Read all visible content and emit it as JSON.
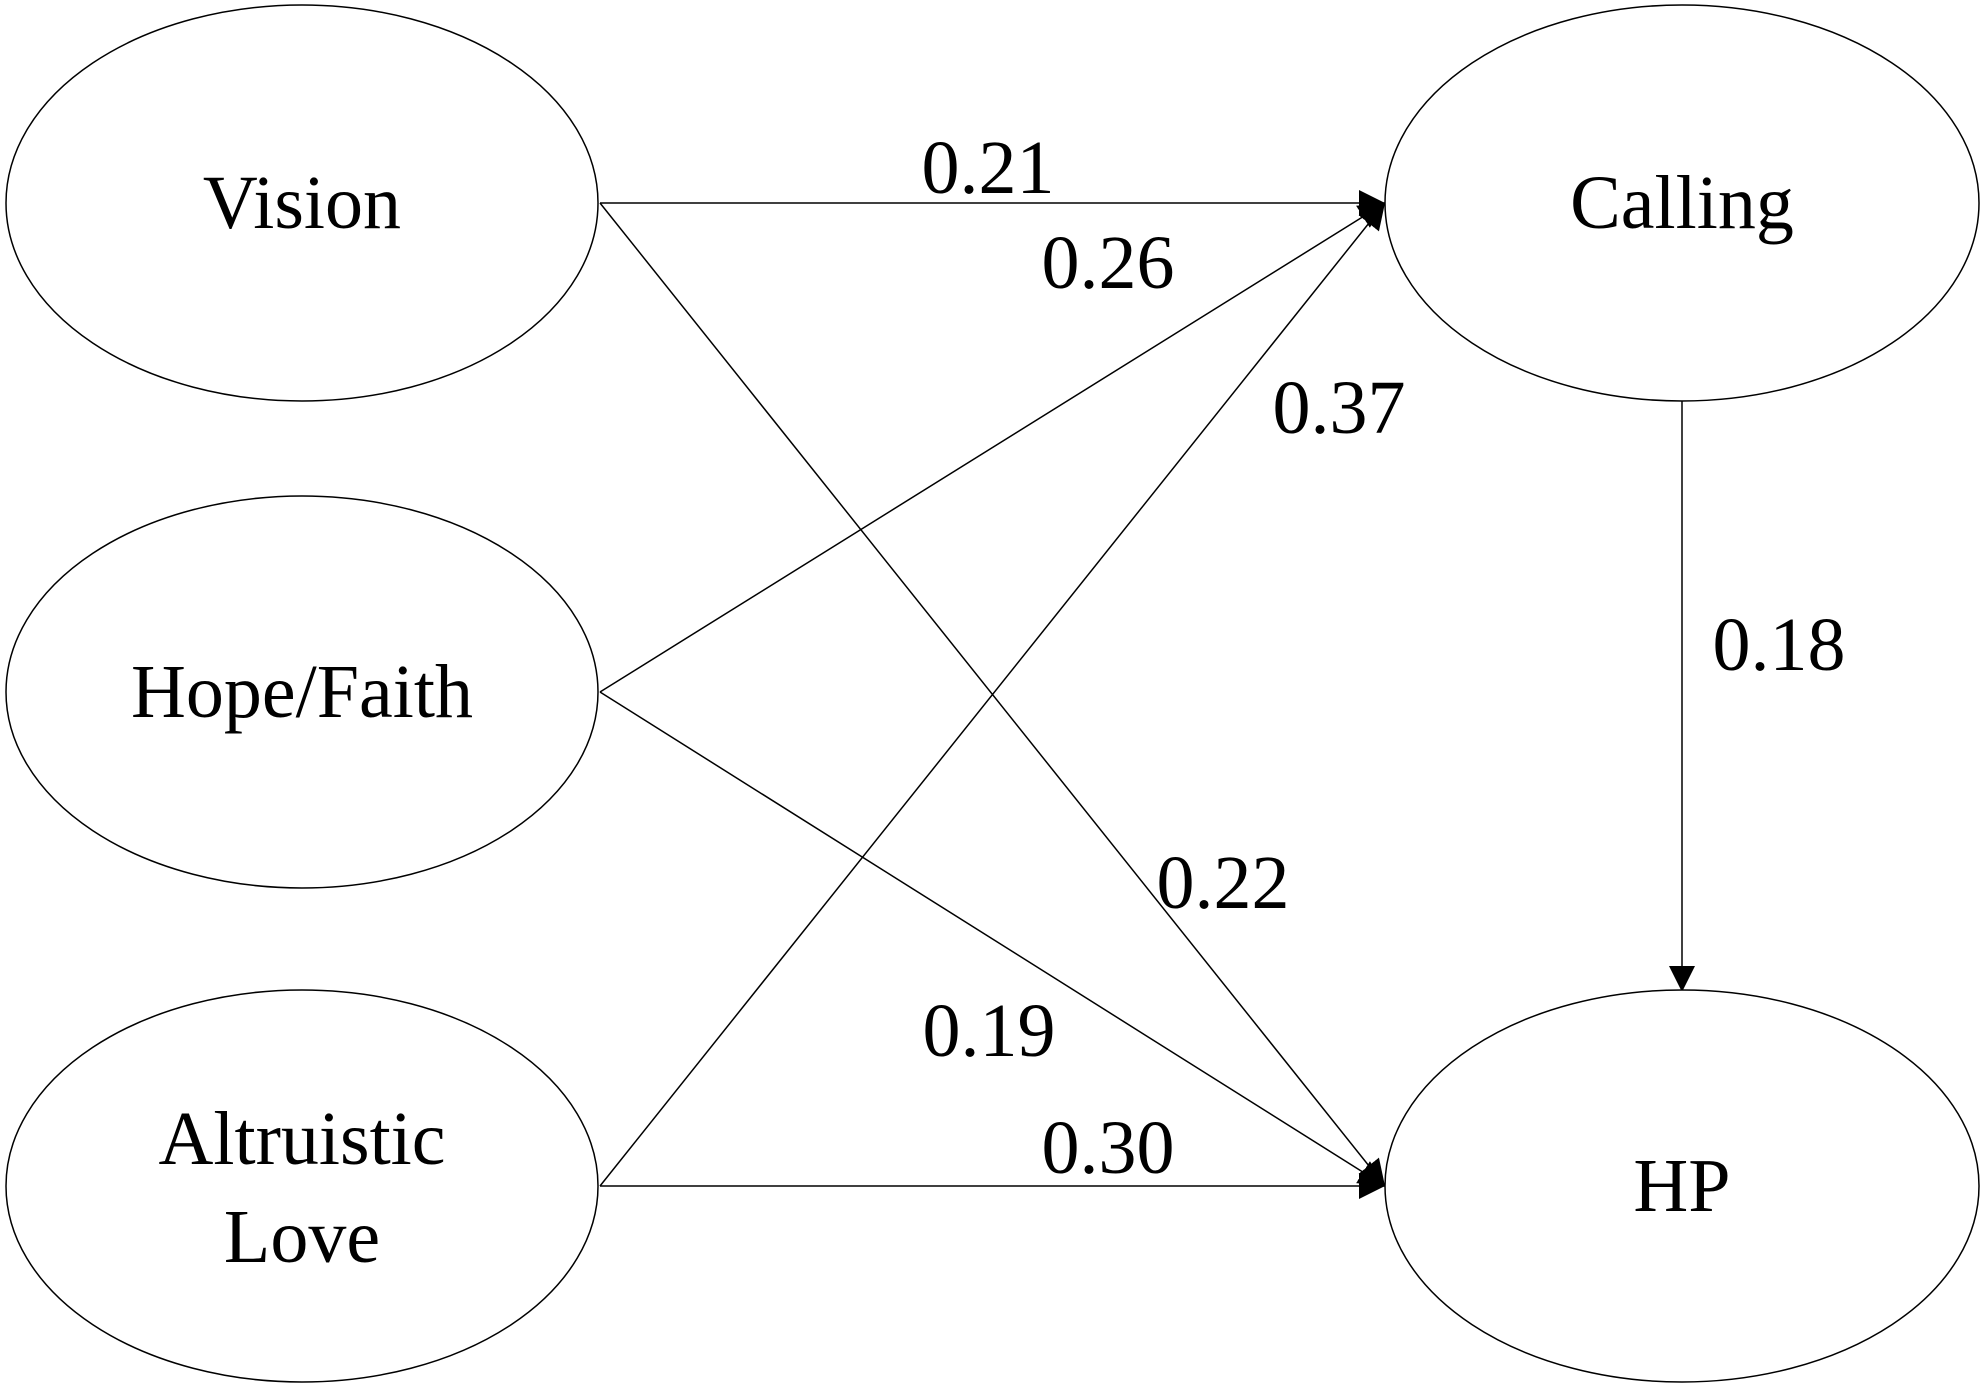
{
  "nodes": {
    "vision": {
      "label": "Vision"
    },
    "hope_faith": {
      "label": "Hope/Faith"
    },
    "altruistic_love": {
      "label_line1": "Altruistic",
      "label_line2": "Love"
    },
    "calling": {
      "label": "Calling"
    },
    "hp": {
      "label": "HP"
    }
  },
  "edges": {
    "vision_to_calling": {
      "from": "Vision",
      "to": "Calling",
      "coefficient": "0.21"
    },
    "hope_faith_to_calling": {
      "from": "Hope/Faith",
      "to": "Calling",
      "coefficient": "0.26"
    },
    "altruistic_love_to_calling": {
      "from": "Altruistic Love",
      "to": "Calling",
      "coefficient": "0.37"
    },
    "calling_to_hp": {
      "from": "Calling",
      "to": "HP",
      "coefficient": "0.18"
    },
    "vision_to_hp": {
      "from": "Vision",
      "to": "HP",
      "coefficient": "0.22"
    },
    "hope_faith_to_hp": {
      "from": "Hope/Faith",
      "to": "HP",
      "coefficient": "0.19"
    },
    "altruistic_love_to_hp": {
      "from": "Altruistic Love",
      "to": "HP",
      "coefficient": "0.30"
    }
  }
}
